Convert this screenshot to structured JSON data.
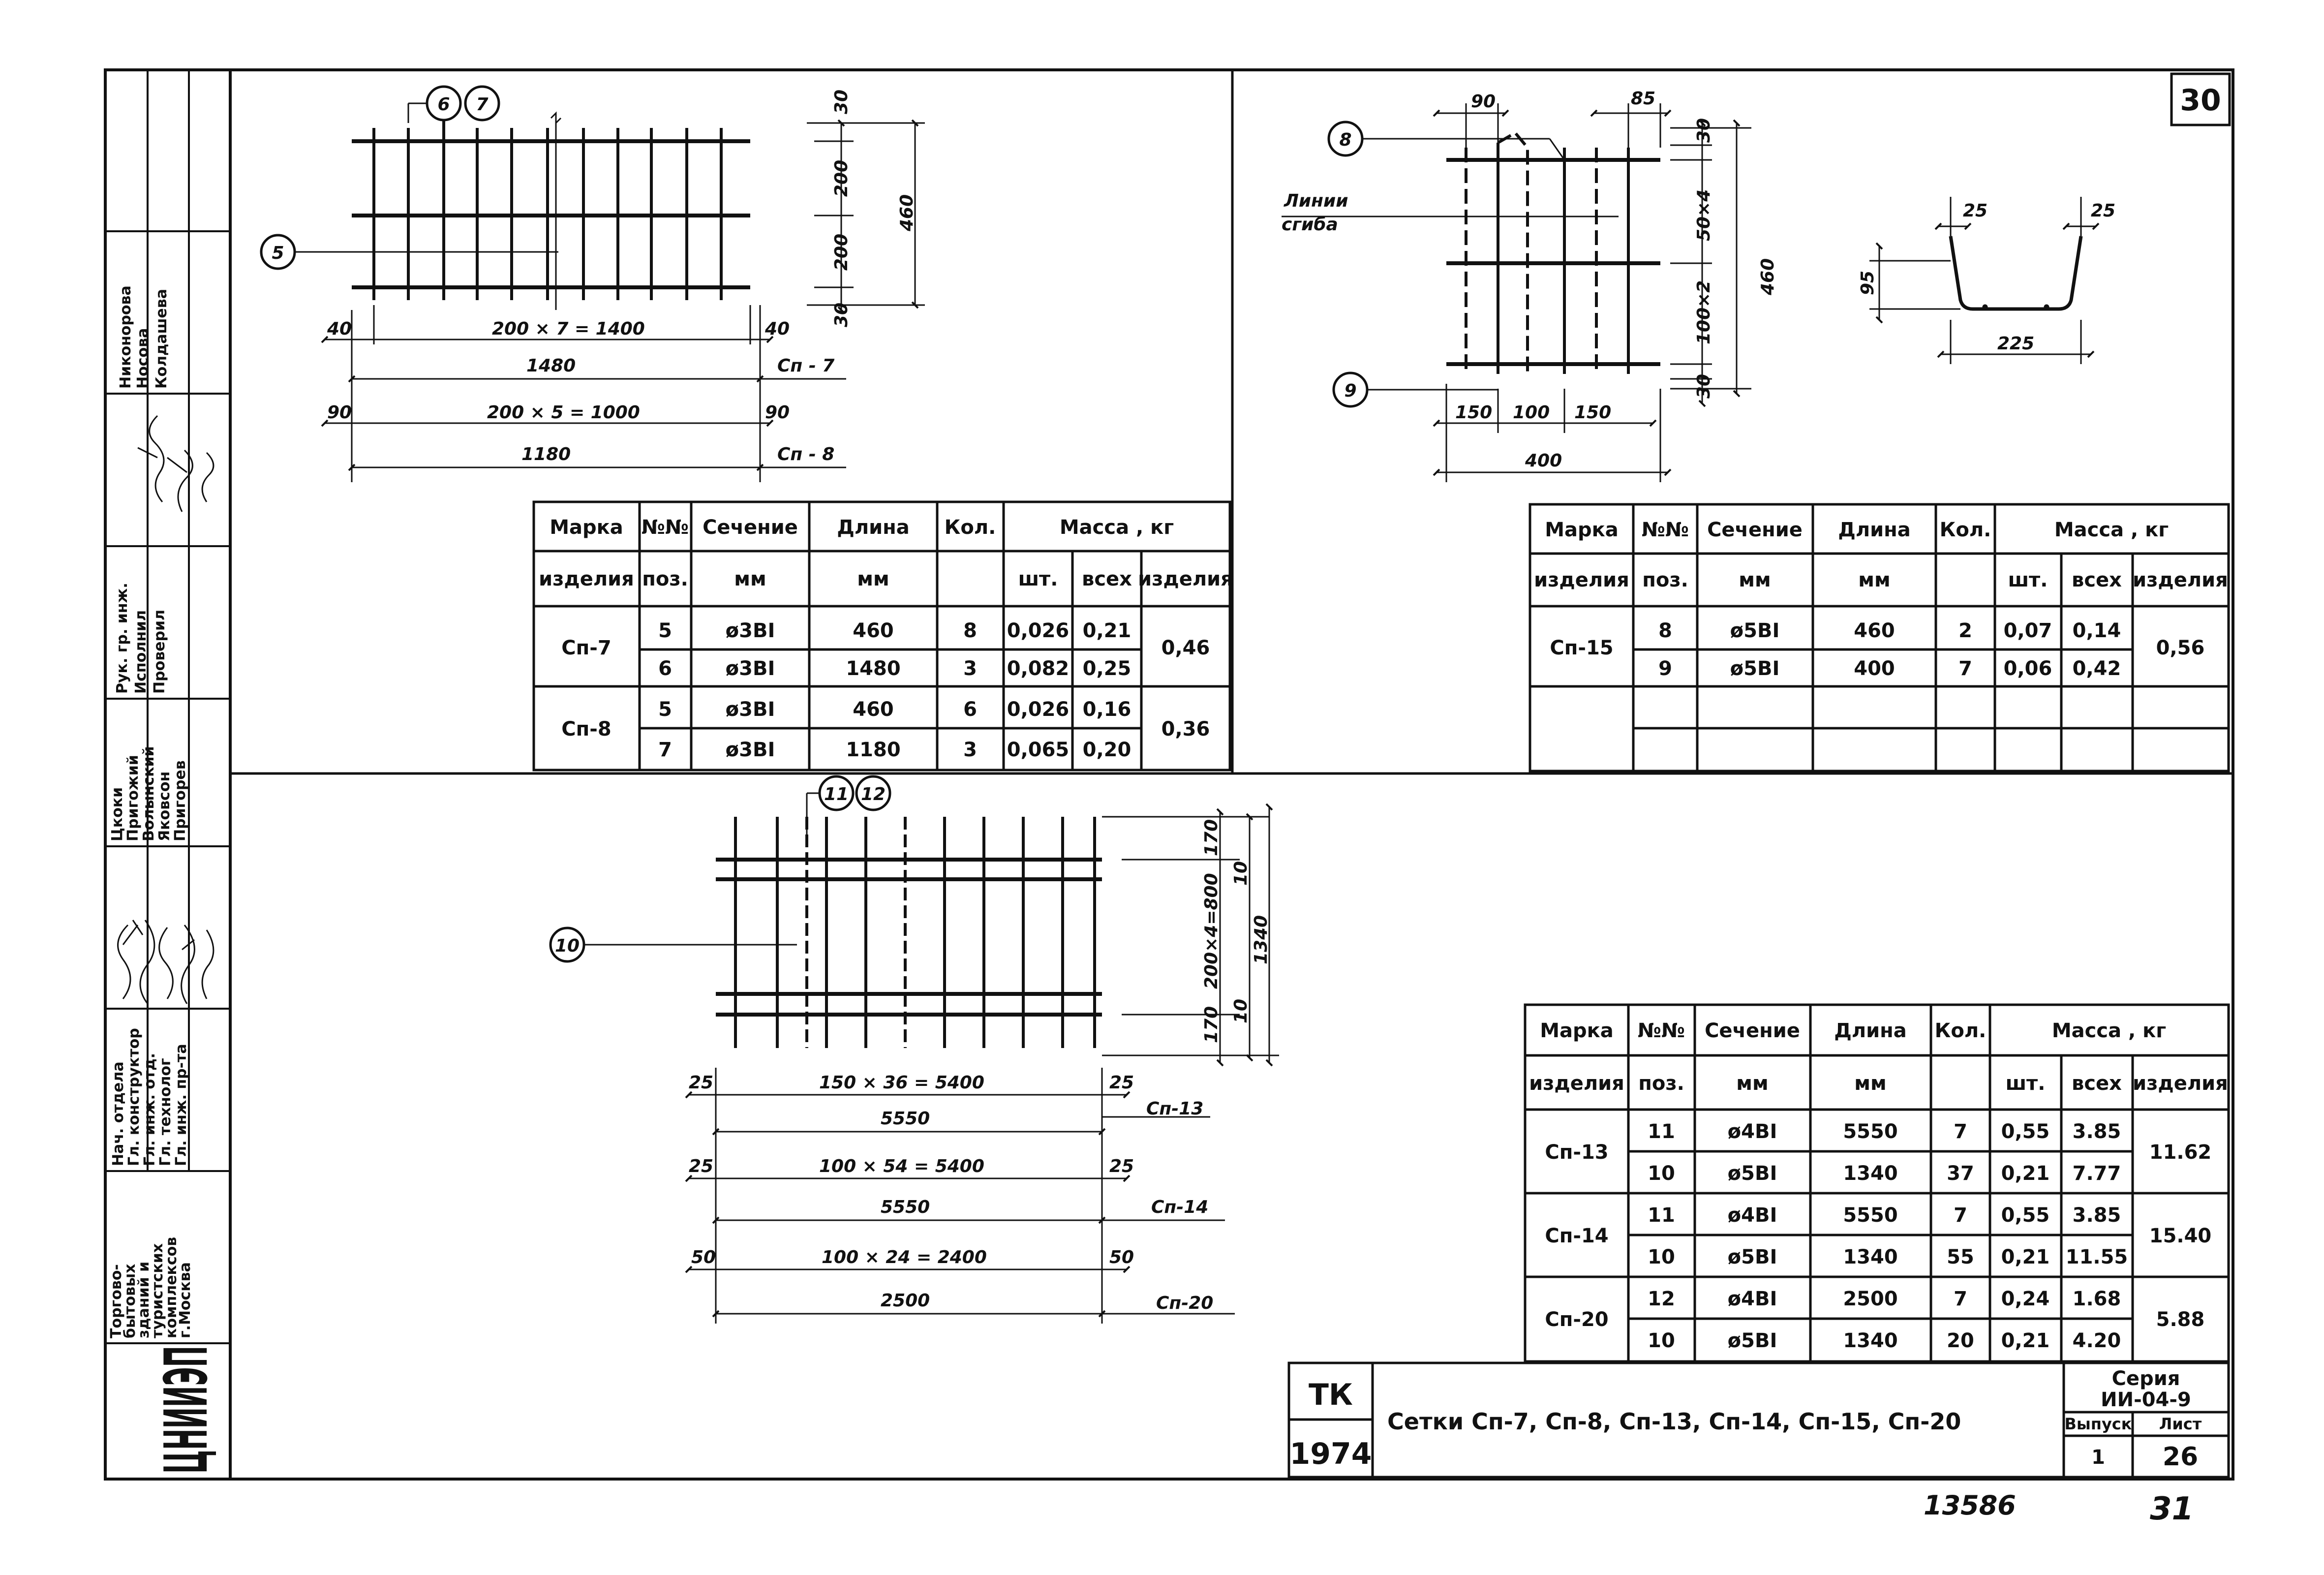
{
  "page_number": "30",
  "sheet_title": "Сетки Сп-7, Сп-8, Сп-13, Сп-14, Сп-15, Сп-20",
  "stamp": {
    "tk": "ТК",
    "year": "1974",
    "series_label": "Серия",
    "series": "ИИ-04-9",
    "issue_label": "Выпуск",
    "issue": "1",
    "sheet_label": "Лист",
    "sheet": "26"
  },
  "footer": {
    "inventory": "13586",
    "page": "31"
  },
  "sidebar": {
    "org": [
      "Торгово-",
      "бытовых",
      "зданий и",
      "туристских",
      "комплексов",
      "г.Москва"
    ],
    "logo": "ЦНИИЭП",
    "positions": [
      "Нач. отдела",
      "Гл. конструктор",
      "Гл. инж. отд.",
      "Гл. технолог",
      "Гл. инж. пр-та",
      "Рук. гр. инж.",
      "Исполнил",
      "Проверил"
    ],
    "names_lower": [
      "Цкоки",
      "Пригожий",
      "Волынский",
      "Яковсон",
      "Пригорев"
    ],
    "names_upper": [
      "Никонорова",
      "Носова",
      "Колдашева"
    ]
  },
  "labels": {
    "m5": "5",
    "m6": "6",
    "m7": "7",
    "m8": "8",
    "m9": "9",
    "m10": "10",
    "m11": "11",
    "m12": "12",
    "liniya": "Линии",
    "sgiba": "сгиба"
  },
  "dims_tl": {
    "d30a": "30",
    "d200a": "200",
    "d200b": "200",
    "d30b": "30",
    "d460": "460",
    "d40a": "40",
    "span7": "200 × 7 = 1400",
    "d40b": "40",
    "len7": "1480",
    "mark7": "Сп - 7",
    "d90a": "90",
    "span8": "200 × 5 = 1000",
    "d90b": "90",
    "len8": "1180",
    "mark8": "Сп - 8"
  },
  "dims_tr": {
    "d90": "90",
    "d85": "85",
    "d30a": "30",
    "d50x4": "50×4",
    "d100x2": "100×2",
    "d30b": "30",
    "d460": "460",
    "d150a": "150",
    "d100": "100",
    "d150b": "150",
    "d400": "400",
    "d95": "95",
    "d225": "225",
    "d25a": "25",
    "d25b": "25"
  },
  "dims_b": {
    "d170a": "170",
    "d200x4": "200×4=800",
    "d170b": "170",
    "d1340": "1340",
    "d10": "10",
    "d25a": "25",
    "span13": "150 × 36 = 5400",
    "d25b": "25",
    "len13": "5550",
    "mark13": "Сп-13",
    "d25c": "25",
    "span14": "100 × 54 = 5400",
    "d25d": "25",
    "len14": "5550",
    "mark14": "Сп-14",
    "d50a": "50",
    "span20": "100 × 24 = 2400",
    "d50b": "50",
    "len20": "2500",
    "mark20": "Сп-20"
  },
  "table1": {
    "headers": {
      "marka": "Марка",
      "izdeliya": "изделия",
      "nn": "№№",
      "poz": "поз.",
      "sechenie": "Сечение",
      "mm1": "мм",
      "dlina": "Длина",
      "mm2": "мм",
      "kol": "Кол.",
      "massa": "Масса , кг",
      "sht": "шт.",
      "vseh": "всех",
      "izd": "изделия"
    },
    "groups": [
      {
        "mark": "Сп-7",
        "total": "0,46",
        "rows": [
          {
            "pos": "5",
            "sec": "ø3BI",
            "len": "460",
            "qty": "8",
            "m1": "0,026",
            "m2": "0,21"
          },
          {
            "pos": "6",
            "sec": "ø3BI",
            "len": "1480",
            "qty": "3",
            "m1": "0,082",
            "m2": "0,25"
          }
        ]
      },
      {
        "mark": "Сп-8",
        "total": "0,36",
        "rows": [
          {
            "pos": "5",
            "sec": "ø3BI",
            "len": "460",
            "qty": "6",
            "m1": "0,026",
            "m2": "0,16"
          },
          {
            "pos": "7",
            "sec": "ø3BI",
            "len": "1180",
            "qty": "3",
            "m1": "0,065",
            "m2": "0,20"
          }
        ]
      }
    ]
  },
  "table2": {
    "headers": {
      "marka": "Марка",
      "izdeliya": "изделия",
      "nn": "№№",
      "poz": "поз.",
      "sechenie": "Сечение",
      "mm1": "мм",
      "dlina": "Длина",
      "mm2": "мм",
      "kol": "Кол.",
      "massa": "Масса , кг",
      "sht": "шт.",
      "vseh": "всех",
      "izd": "изделия"
    },
    "groups": [
      {
        "mark": "Сп-15",
        "total": "0,56",
        "rows": [
          {
            "pos": "8",
            "sec": "ø5BI",
            "len": "460",
            "qty": "2",
            "m1": "0,07",
            "m2": "0,14"
          },
          {
            "pos": "9",
            "sec": "ø5BI",
            "len": "400",
            "qty": "7",
            "m1": "0,06",
            "m2": "0,42"
          }
        ]
      }
    ]
  },
  "table3": {
    "headers": {
      "marka": "Марка",
      "izdeliya": "изделия",
      "nn": "№№",
      "poz": "поз.",
      "sechenie": "Сечение",
      "mm1": "мм",
      "dlina": "Длина",
      "mm2": "мм",
      "kol": "Кол.",
      "massa": "Масса , кг",
      "sht": "шт.",
      "vseh": "всех",
      "izd": "изделия"
    },
    "groups": [
      {
        "mark": "Сп-13",
        "total": "11.62",
        "rows": [
          {
            "pos": "11",
            "sec": "ø4BI",
            "len": "5550",
            "qty": "7",
            "m1": "0,55",
            "m2": "3.85"
          },
          {
            "pos": "10",
            "sec": "ø5BI",
            "len": "1340",
            "qty": "37",
            "m1": "0,21",
            "m2": "7.77"
          }
        ]
      },
      {
        "mark": "Сп-14",
        "total": "15.40",
        "rows": [
          {
            "pos": "11",
            "sec": "ø4BI",
            "len": "5550",
            "qty": "7",
            "m1": "0,55",
            "m2": "3.85"
          },
          {
            "pos": "10",
            "sec": "ø5BI",
            "len": "1340",
            "qty": "55",
            "m1": "0,21",
            "m2": "11.55"
          }
        ]
      },
      {
        "mark": "Сп-20",
        "total": "5.88",
        "rows": [
          {
            "pos": "12",
            "sec": "ø4BI",
            "len": "2500",
            "qty": "7",
            "m1": "0,24",
            "m2": "1.68"
          },
          {
            "pos": "10",
            "sec": "ø5BI",
            "len": "1340",
            "qty": "20",
            "m1": "0,21",
            "m2": "4.20"
          }
        ]
      }
    ]
  }
}
